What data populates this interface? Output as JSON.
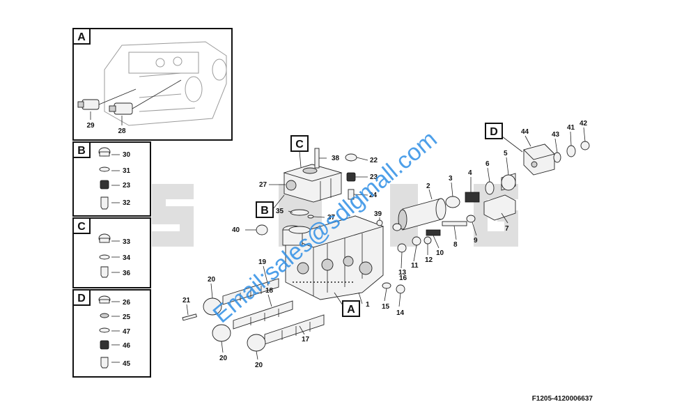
{
  "figure_id": "F1205-4120006637",
  "watermark_logo": "SDLG",
  "watermark_email": "Email:sales@sdlgmall.com",
  "colors": {
    "logo_gray": "#dcdcdc",
    "watermark_blue": "#2e8fe6",
    "ink": "#111111"
  },
  "insets": {
    "A": {
      "letter": "A",
      "labels": [
        "29",
        "28"
      ]
    },
    "B": {
      "letter": "B",
      "labels": [
        "30",
        "31",
        "23",
        "32"
      ]
    },
    "C": {
      "letter": "C",
      "labels": [
        "33",
        "34",
        "36"
      ]
    },
    "D": {
      "letter": "D",
      "labels": [
        "26",
        "25",
        "47",
        "46",
        "45"
      ]
    }
  },
  "main": {
    "view_markers": [
      "A",
      "B",
      "C",
      "D"
    ],
    "callouts": [
      "1",
      "2",
      "3",
      "4",
      "5",
      "6",
      "7",
      "8",
      "9",
      "10",
      "11",
      "12",
      "13",
      "14",
      "15",
      "16",
      "17",
      "18",
      "19",
      "20",
      "20",
      "20",
      "21",
      "22",
      "23",
      "24",
      "27",
      "35",
      "37",
      "38",
      "39",
      "40",
      "41",
      "42",
      "43",
      "44"
    ]
  }
}
